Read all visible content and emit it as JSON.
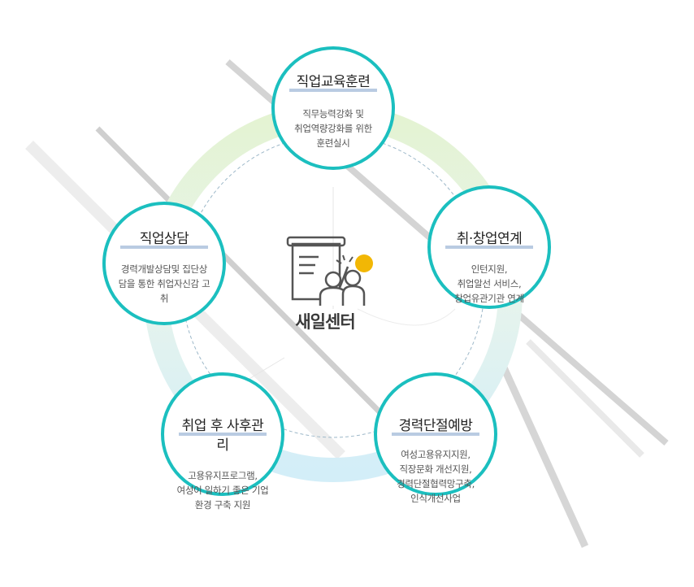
{
  "center": {
    "title": "새일센터"
  },
  "nodes": [
    {
      "title": "직업교육훈련",
      "desc": [
        "직무능력강화 및",
        "취업역량강화를 위한",
        "훈련실시"
      ]
    },
    {
      "title": "취·창업연계",
      "desc": [
        "인턴지원,",
        "취업알선 서비스,",
        "창업유관기관 연계"
      ]
    },
    {
      "title": "경력단절예방",
      "desc": [
        "여성고용유지지원,",
        "직장문화 개선지원,",
        "경력단절협력망구축,",
        "인식개선사업"
      ]
    },
    {
      "title_lines": [
        "취업 후 사후관",
        "리"
      ],
      "desc": [
        "고용유지프로그램,",
        "여성이 일하기 좋은 기업",
        "환경 구축 지원"
      ]
    },
    {
      "title": "직업상담",
      "desc": [
        "경력개발상담및 집단상",
        "담을 통한 취업자신감 고",
        "취"
      ]
    }
  ],
  "colors": {
    "ring": "#1bbfbf",
    "underline": "#b9cbe2",
    "accent": "#f2b705",
    "icon": "#555555"
  }
}
